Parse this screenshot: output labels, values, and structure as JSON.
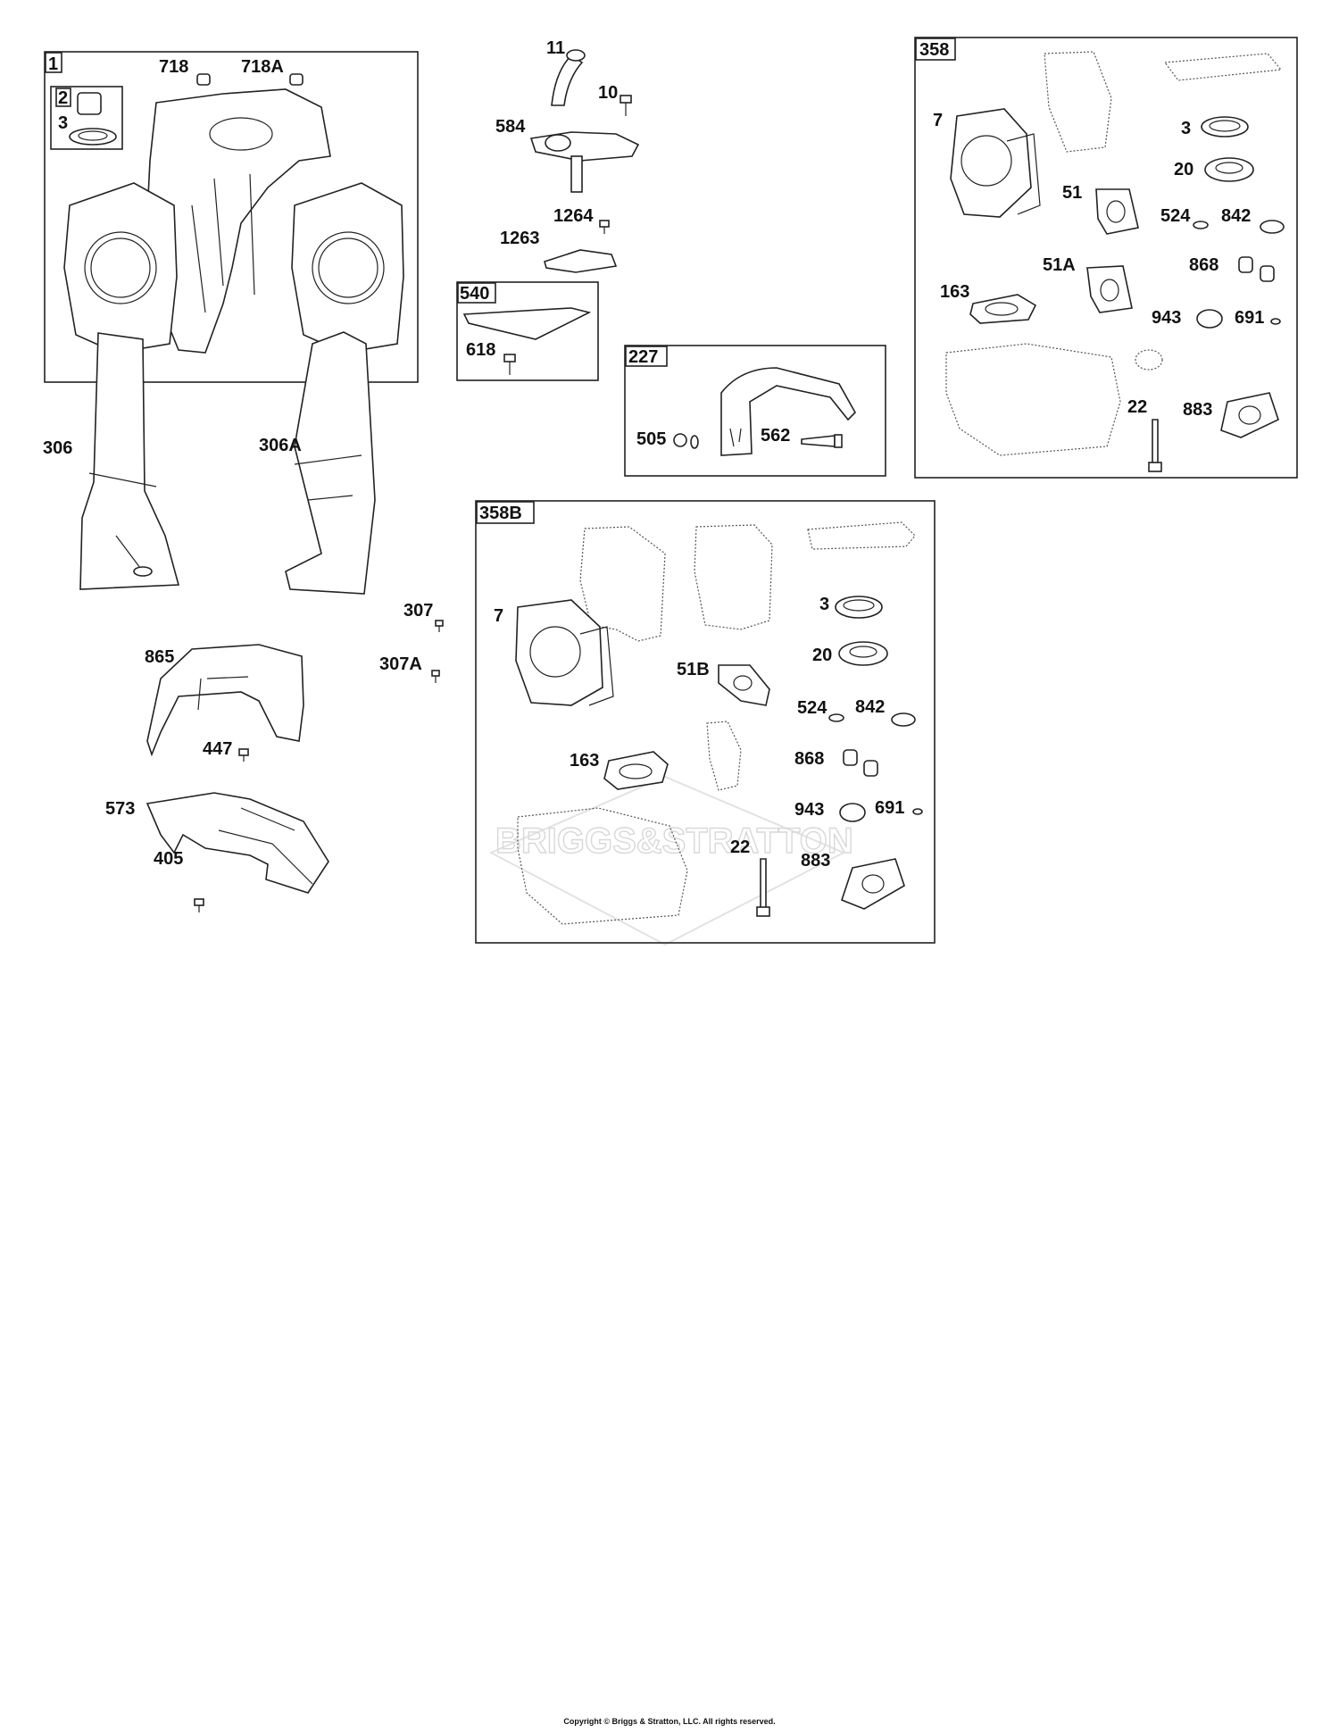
{
  "groups": [
    {
      "id": "1",
      "labels": [
        "718",
        "718A",
        "2",
        "3"
      ]
    },
    {
      "id": "540",
      "labels": [
        "618"
      ]
    },
    {
      "id": "227",
      "labels": [
        "505",
        "562"
      ]
    },
    {
      "id": "358",
      "labels": [
        "7",
        "3",
        "20",
        "51",
        "524",
        "842",
        "51A",
        "868",
        "163",
        "943",
        "691",
        "22",
        "883"
      ]
    },
    {
      "id": "358B",
      "labels": [
        "7",
        "3",
        "20",
        "51B",
        "524",
        "842",
        "163",
        "868",
        "943",
        "691",
        "22",
        "883"
      ]
    }
  ],
  "loose_labels": [
    "11",
    "10",
    "584",
    "1264",
    "1263",
    "306",
    "306A",
    "307",
    "307A",
    "865",
    "447",
    "573",
    "405"
  ],
  "watermark": "BRIGGS&STRATTON",
  "copyright": "Copyright © Briggs & Stratton, LLC. All rights reserved."
}
